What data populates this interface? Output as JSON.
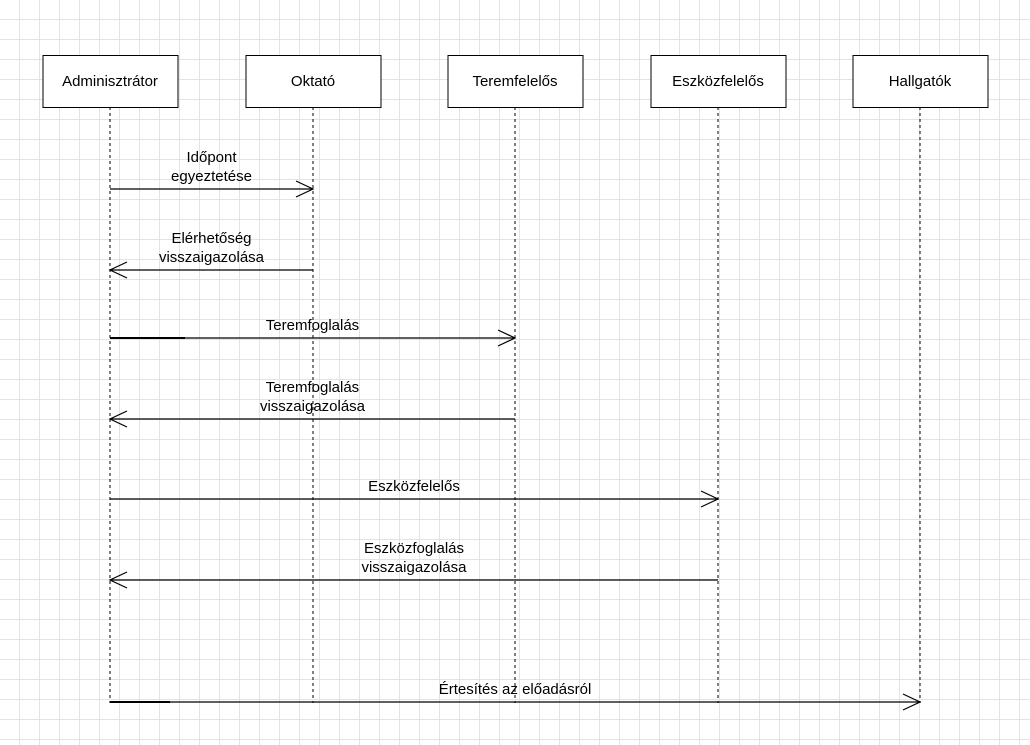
{
  "actors": [
    {
      "id": "admin",
      "label": "Adminisztrátor"
    },
    {
      "id": "oktato",
      "label": "Oktató"
    },
    {
      "id": "terem",
      "label": "Teremfelelős"
    },
    {
      "id": "eszkoz",
      "label": "Eszközfelelős"
    },
    {
      "id": "hallgatok",
      "label": "Hallgatók"
    }
  ],
  "messages": [
    {
      "from": "admin",
      "to": "oktato",
      "lines": [
        "Időpont",
        "egyeztetése"
      ]
    },
    {
      "from": "oktato",
      "to": "admin",
      "lines": [
        "Elérhetőség",
        "visszaigazolása"
      ]
    },
    {
      "from": "admin",
      "to": "terem",
      "lines": [
        "Teremfoglalás"
      ]
    },
    {
      "from": "terem",
      "to": "admin",
      "lines": [
        "Teremfoglalás",
        "visszaigazolása"
      ]
    },
    {
      "from": "admin",
      "to": "eszkoz",
      "lines": [
        "Eszközfelelős"
      ]
    },
    {
      "from": "eszkoz",
      "to": "admin",
      "lines": [
        "Eszközfoglalás",
        "visszaigazolása"
      ]
    },
    {
      "from": "admin",
      "to": "hallgatok",
      "lines": [
        "Értesítés az előadásról"
      ]
    }
  ]
}
